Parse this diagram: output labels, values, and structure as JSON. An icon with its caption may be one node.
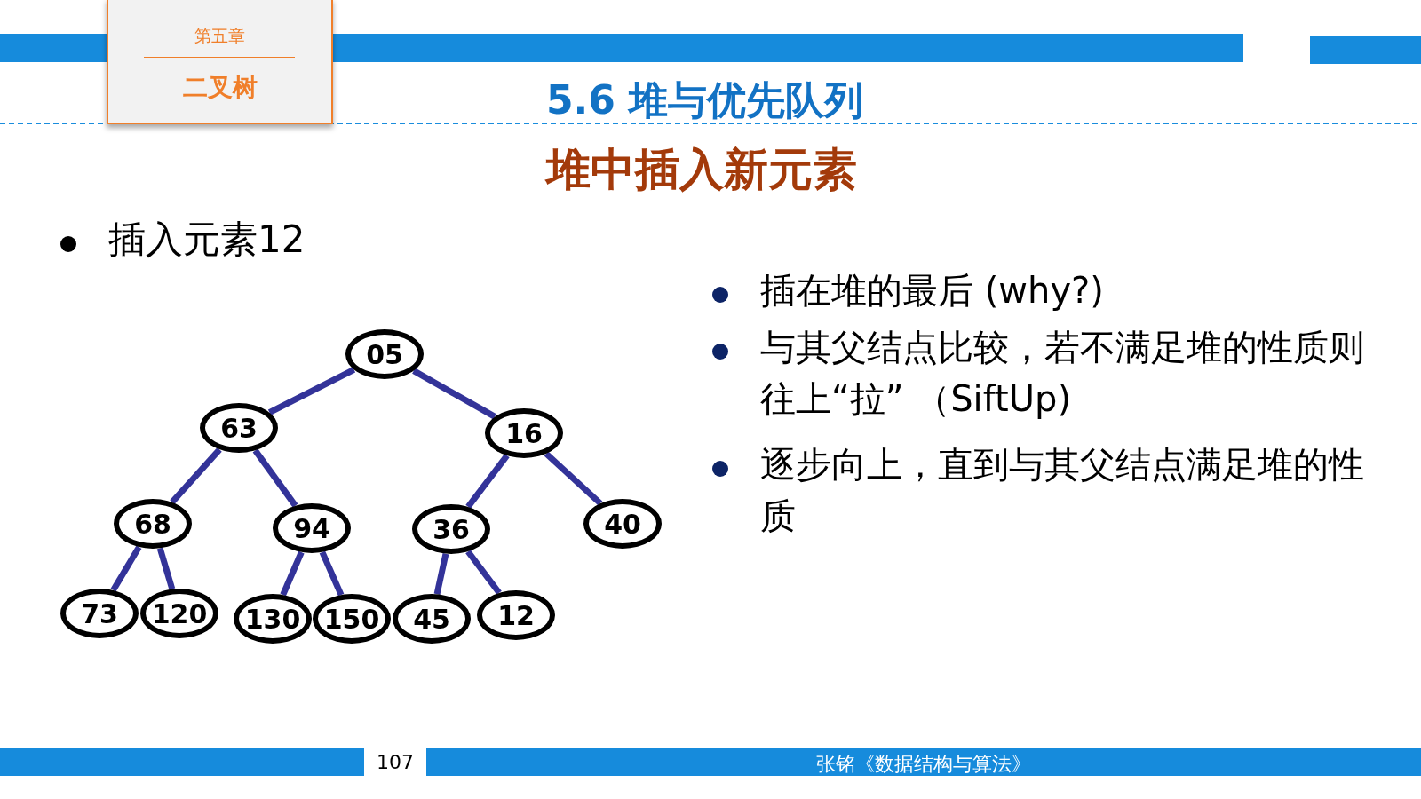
{
  "diagram": {
    "title": "5.6 堆与优先队列",
    "nodes": [
      {
        "text": [
          "第五章",
          "二叉树"
        ]
      },
      {
        "text": [
          "05"
        ]
      },
      {
        "text": [
          "63"
        ]
      },
      {
        "text": [
          "16"
        ]
      },
      {
        "text": [
          "68"
        ]
      },
      {
        "text": [
          "94"
        ]
      },
      {
        "text": [
          "36"
        ]
      },
      {
        "text": [
          "40"
        ]
      },
      {
        "text": [
          "73"
        ]
      },
      {
        "text": [
          "120"
        ]
      },
      {
        "text": [
          "130"
        ]
      },
      {
        "text": [
          "150"
        ]
      },
      {
        "text": [
          "45"
        ]
      },
      {
        "text": [
          "12"
        ]
      }
    ],
    "edges": [
      {
        "from": 1,
        "to": 2,
        "arrow": "none"
      },
      {
        "from": 1,
        "to": 3,
        "arrow": "none"
      },
      {
        "from": 2,
        "to": 4,
        "arrow": "none"
      },
      {
        "from": 2,
        "to": 5,
        "arrow": "none"
      },
      {
        "from": 3,
        "to": 6,
        "arrow": "none"
      },
      {
        "from": 3,
        "to": 7,
        "arrow": "none"
      },
      {
        "from": 4,
        "to": 8,
        "arrow": "none"
      },
      {
        "from": 4,
        "to": 9,
        "arrow": "none"
      },
      {
        "from": 5,
        "to": 10,
        "arrow": "none"
      },
      {
        "from": 5,
        "to": 11,
        "arrow": "none"
      },
      {
        "from": 6,
        "to": 12,
        "arrow": "none"
      },
      {
        "from": 6,
        "to": 13,
        "arrow": "none"
      }
    ],
    "labels": [
      "堆中插入新元素",
      "插入元素12",
      "插在堆的最后 (why?)",
      "与其父结点比较，若不满足堆的性质则往上“拉” （SiftUp)",
      "逐步向上，直到与其父结点满足堆的性质",
      "107",
      "张铭《数据结构与算法》"
    ]
  }
}
